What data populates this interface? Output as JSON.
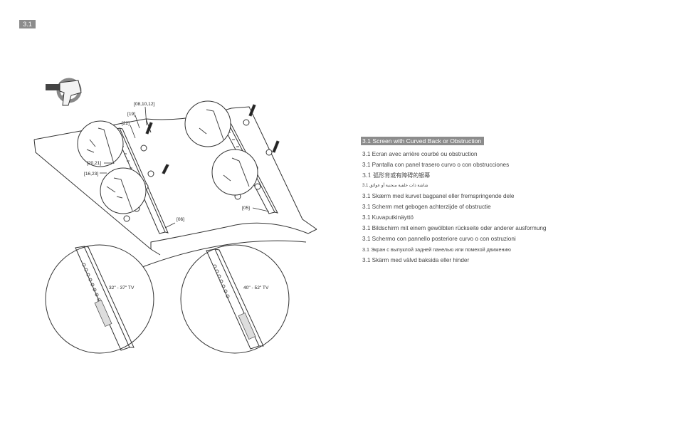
{
  "step": {
    "badge": "3.1"
  },
  "illustration": {
    "callouts": {
      "c1": "[08,10,12]",
      "c2": "[19]",
      "c3": "[22]",
      "c4": "[20,21]",
      "c5": "[16,23]",
      "c6": "[06]",
      "c7": "[05]"
    },
    "detail_left_label": "32\" - 37\" TV",
    "detail_right_label": "40\" - 52\" TV",
    "icons": [
      "no-drill-icon"
    ]
  },
  "instructions": {
    "title": "3.1 Screen with Curved Back or Obstruction",
    "lines": [
      "3.1 Ecran avec arrière courbé ou obstruction",
      "3.1 Pantalla con panel trasero curvo o con obstrucciones",
      "3.1 弧形背或有障碍的银幕",
      "3.1 شاشة ذات خلفية منحنية أو عوائق",
      "3.1 Skærm med kurvet bagpanel eller fremspringende dele",
      "3.1 Scherm met gebogen achterzijde of obstructie",
      "3.1 Kuvaputkinäyttö",
      "3.1 Bildschirm mit einem gewölbten rückseite oder anderer ausformung",
      "3.1 Schermo con pannello posteriore curvo o con ostruzioni",
      "3.1 Экран с выпуклой задней панелью или помехой движению",
      "3.1 Skärm med välvd baksida eller hinder"
    ]
  }
}
